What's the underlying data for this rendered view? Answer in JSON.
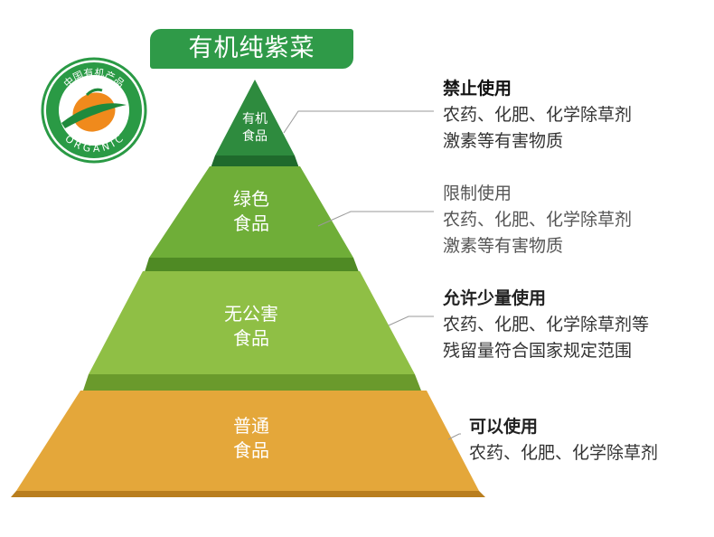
{
  "banner": {
    "title": "有机纯紫菜"
  },
  "logo": {
    "top_text": "中国有机产品",
    "bottom_text": "ORGANIC",
    "colors": {
      "ring": "#2a9a45",
      "fruit": "#f08a1c",
      "leaf": "#1f8a3c"
    }
  },
  "tiers": [
    {
      "label": "有机\n食品",
      "color": "#2e8b3e"
    },
    {
      "label": "绿色\n食品",
      "color": "#6fae38"
    },
    {
      "label": "无公害\n食品",
      "color": "#8fbf45"
    },
    {
      "label": "普通\n食品",
      "color": "#e4a73a"
    }
  ],
  "notes": [
    {
      "head": "禁止使用",
      "lines": [
        "农药、化肥、化学除草剂",
        "激素等有害物质"
      ]
    },
    {
      "head": "限制使用",
      "lines": [
        "农药、化肥、化学除草剂",
        "激素等有害物质"
      ]
    },
    {
      "head": "允许少量使用",
      "lines": [
        "农药、化肥、化学除草剂等",
        "残留量符合国家规定范围"
      ]
    },
    {
      "head": "可以使用",
      "lines": [
        "农药、化肥、化学除草剂"
      ]
    }
  ]
}
